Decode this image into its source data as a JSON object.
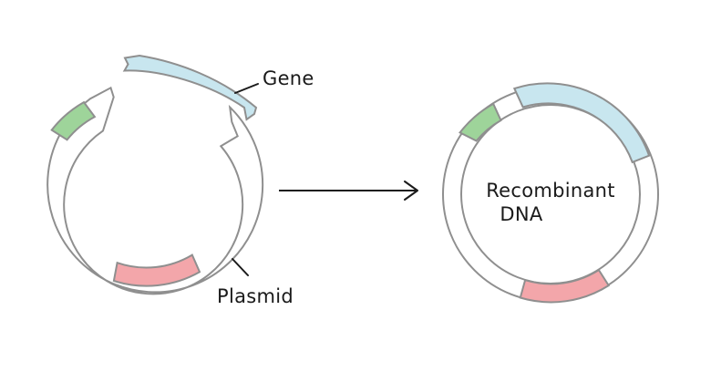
{
  "labels": {
    "gene": "Gene",
    "plasmid": "Plasmid",
    "recombinant_line1": "Recombinant",
    "recombinant_line2": "DNA"
  },
  "colors": {
    "gene": "#c8e6ef",
    "marker_green": "#9ed49a",
    "marker_red": "#f3a6aa",
    "outline": "#8f8f8f",
    "arrow": "#1a1a1a"
  },
  "icons": {
    "process_arrow": "arrow-right-icon"
  }
}
